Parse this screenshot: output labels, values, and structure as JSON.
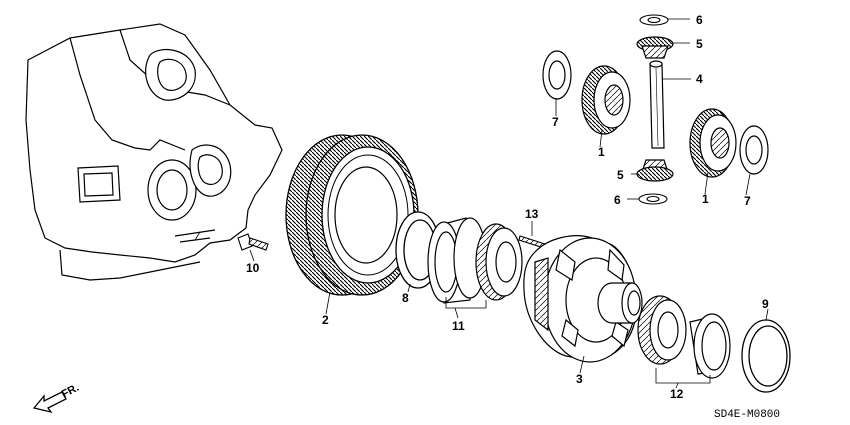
{
  "diagram": {
    "callouts": [
      {
        "id": "c1a",
        "text": "1"
      },
      {
        "id": "c1b",
        "text": "1"
      },
      {
        "id": "c2",
        "text": "2"
      },
      {
        "id": "c3",
        "text": "3"
      },
      {
        "id": "c4",
        "text": "4"
      },
      {
        "id": "c5a",
        "text": "5"
      },
      {
        "id": "c5b",
        "text": "5"
      },
      {
        "id": "c6a",
        "text": "6"
      },
      {
        "id": "c6b",
        "text": "6"
      },
      {
        "id": "c7a",
        "text": "7"
      },
      {
        "id": "c7b",
        "text": "7"
      },
      {
        "id": "c8",
        "text": "8"
      },
      {
        "id": "c9",
        "text": "9"
      },
      {
        "id": "c10",
        "text": "10"
      },
      {
        "id": "c11",
        "text": "11"
      },
      {
        "id": "c12",
        "text": "12"
      },
      {
        "id": "c13",
        "text": "13"
      }
    ],
    "direction_label": "FR.",
    "diagram_code": "SD4E-M0800"
  }
}
